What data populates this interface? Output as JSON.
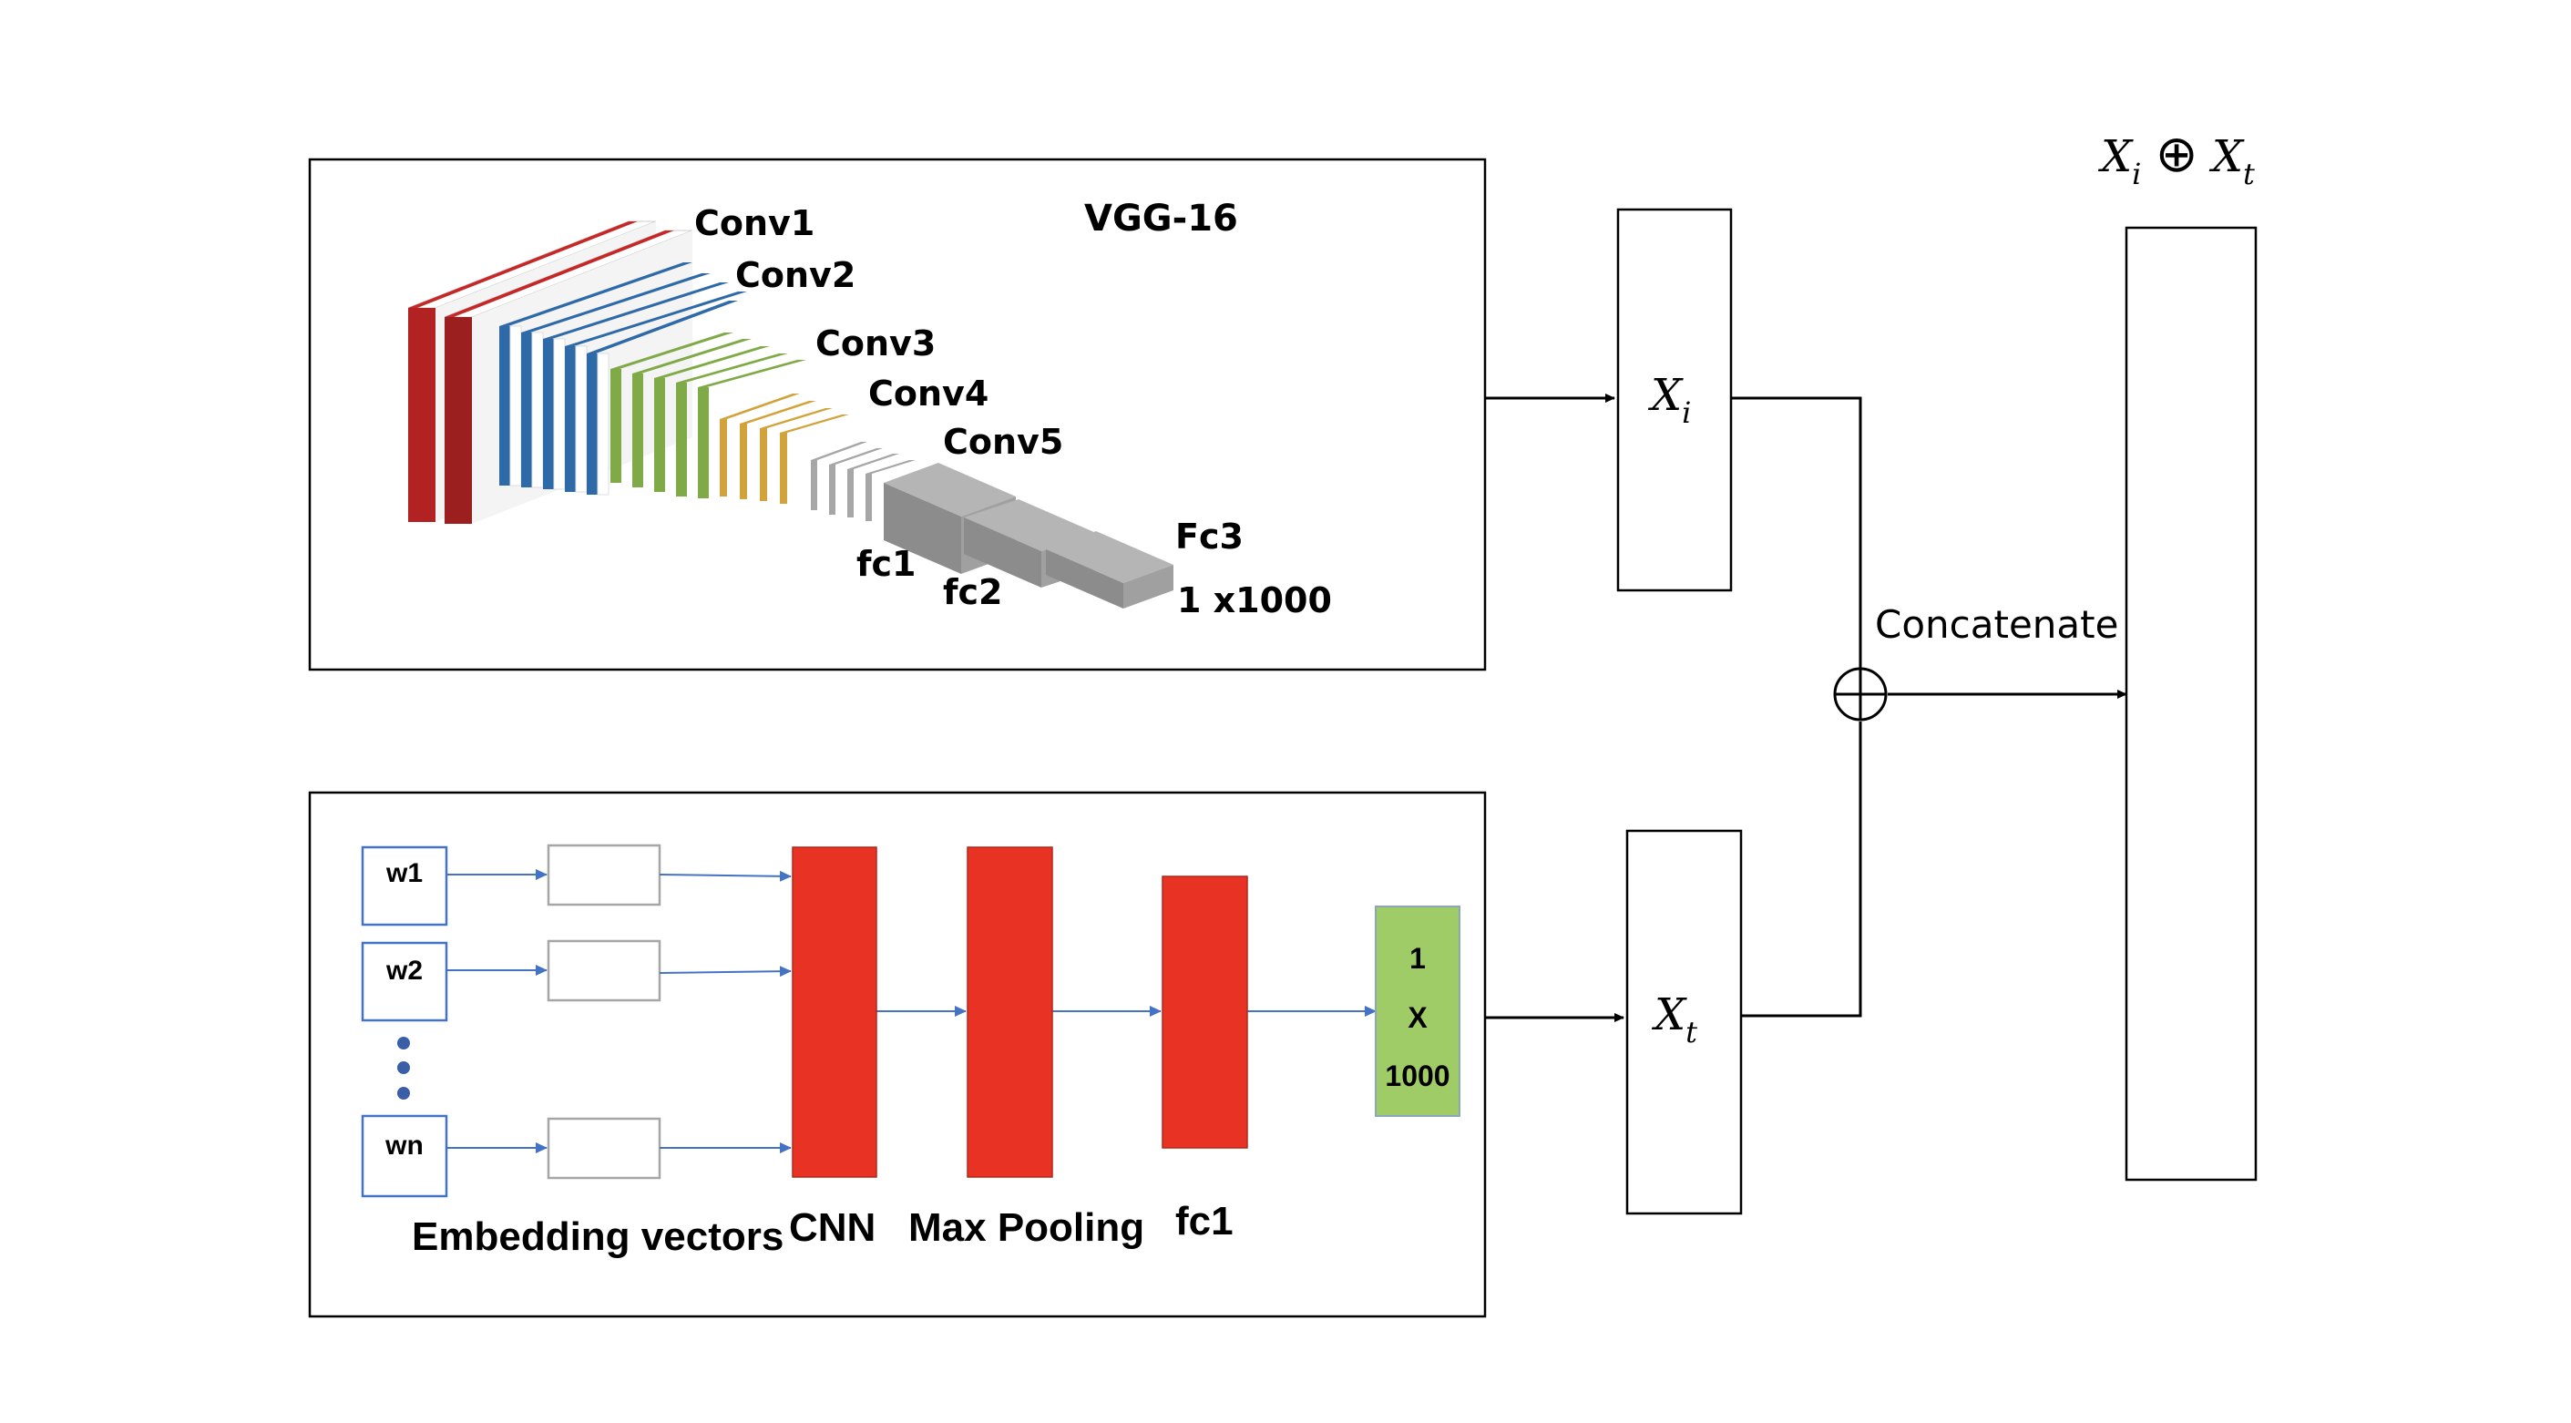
{
  "vgg": {
    "title": "VGG-16",
    "layers": [
      "Conv1",
      "Conv2",
      "Conv3",
      "Conv4",
      "Conv5"
    ],
    "fc1": "fc1",
    "fc2": "fc2",
    "fc3": "Fc3",
    "output": "1 x1000",
    "colors": {
      "conv1": "#b22222",
      "conv2": "#2f6aa8",
      "conv3": "#7faa47",
      "conv4": "#d2a33b",
      "conv5": "#a6a6a6",
      "fc": "#8c8c8c"
    }
  },
  "text_branch": {
    "words": [
      "w1",
      "w2",
      "wn"
    ],
    "stages": {
      "embedding": "Embedding vectors",
      "cnn": "CNN",
      "max_pooling": "Max Pooling",
      "fc1": "fc1"
    },
    "output_lines": [
      "1",
      "X",
      "1000"
    ],
    "colors": {
      "block": "#e83324",
      "output": "#9fcc67",
      "arrow": "#4472c4"
    }
  },
  "features": {
    "image": {
      "symbol": "X",
      "sub": "i"
    },
    "text": {
      "symbol": "X",
      "sub": "t"
    }
  },
  "concat": {
    "label": "Concatenate",
    "result": {
      "left": "X",
      "left_sub": "i",
      "op": "⊕",
      "right": "X",
      "right_sub": "t"
    }
  }
}
